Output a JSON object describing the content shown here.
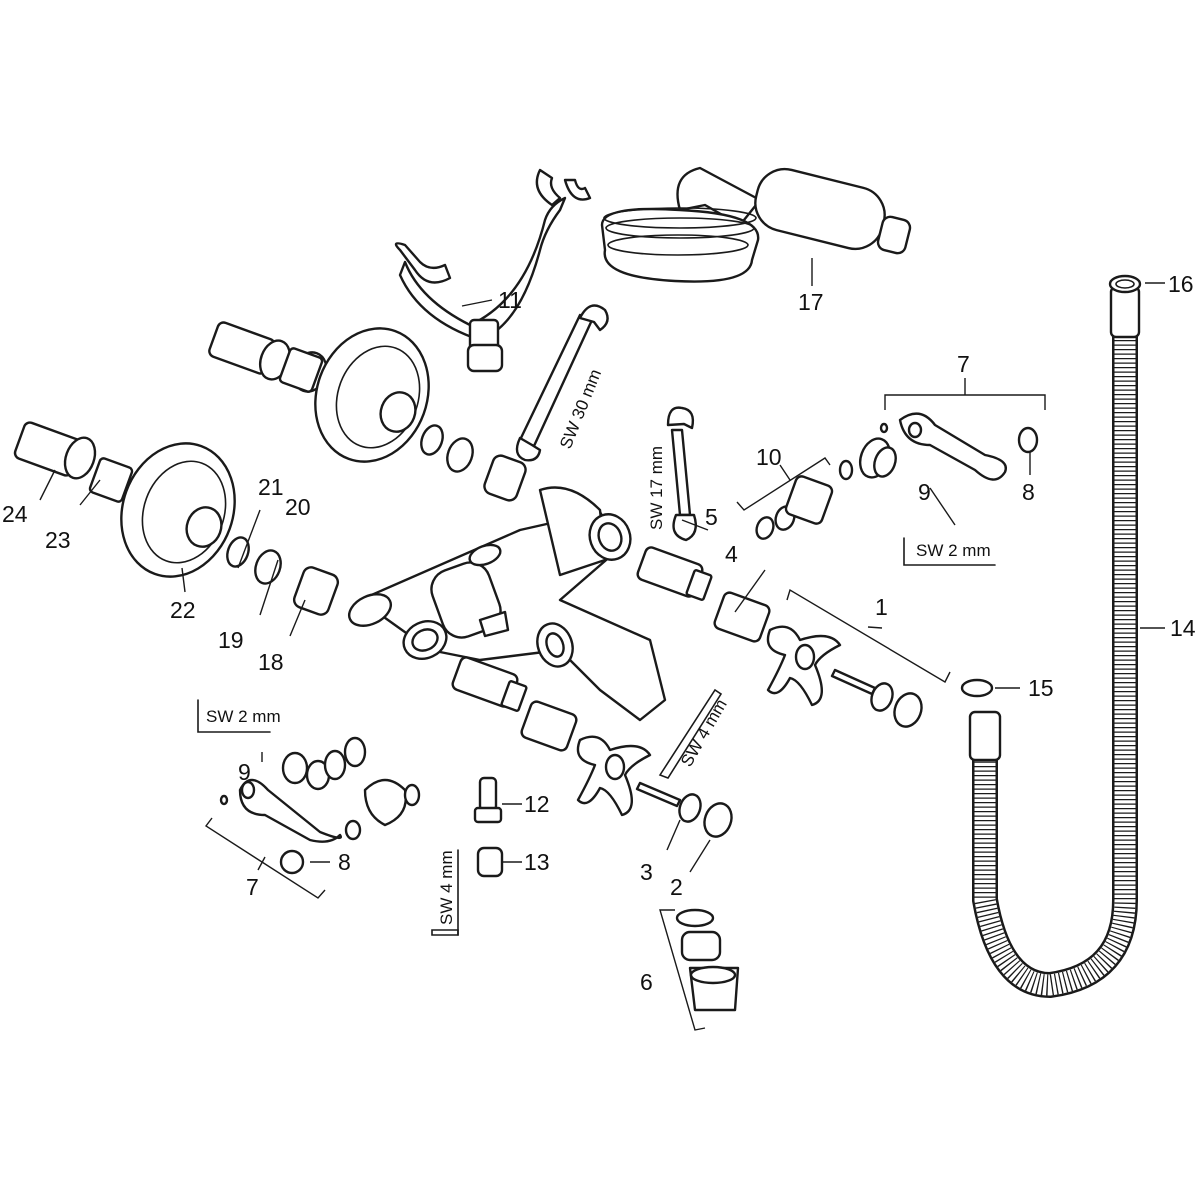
{
  "callouts": [
    "1",
    "2",
    "3",
    "4",
    "5",
    "6",
    "7",
    "7",
    "8",
    "8",
    "9",
    "9",
    "10",
    "11",
    "12",
    "13",
    "14",
    "15",
    "16",
    "17",
    "18",
    "19",
    "20",
    "21",
    "22",
    "23",
    "24"
  ],
  "wrench_labels": [
    "SW 30 mm",
    "SW 17 mm",
    "SW 4 mm",
    "SW 4 mm",
    "SW 2 mm",
    "SW 2 mm"
  ]
}
